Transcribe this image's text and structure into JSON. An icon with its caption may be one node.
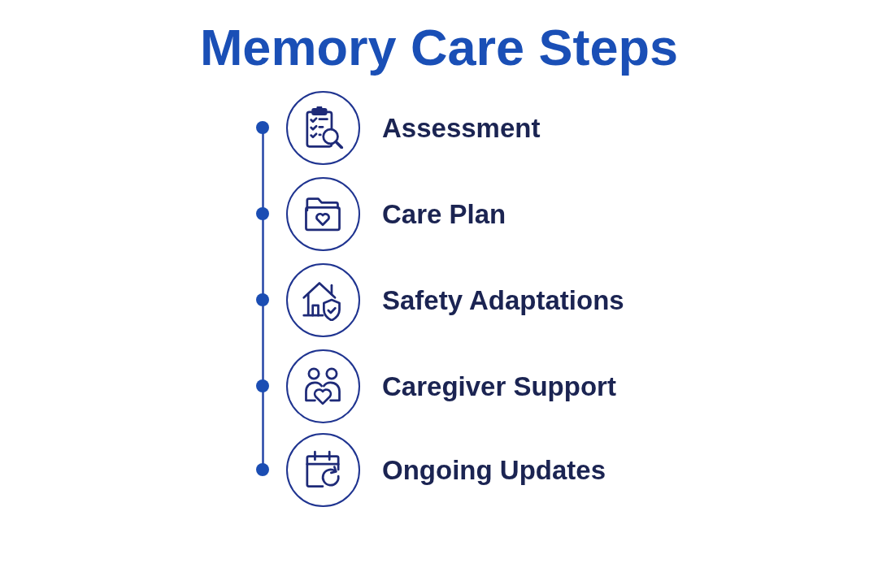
{
  "diagram": {
    "title": "Memory Care Steps",
    "nodes": [
      {
        "text": [],
        "shape": "circle",
        "beside": [
          "Assessment"
        ]
      },
      {
        "text": [],
        "shape": "circle",
        "beside": [
          "Care Plan"
        ]
      },
      {
        "text": [],
        "shape": "circle",
        "beside": [
          "Safety Adaptations"
        ]
      },
      {
        "text": [],
        "shape": "circle",
        "beside": [
          "Caregiver Support"
        ]
      },
      {
        "text": [],
        "shape": "circle",
        "beside": [
          "Ongoing Updates"
        ]
      }
    ]
  }
}
